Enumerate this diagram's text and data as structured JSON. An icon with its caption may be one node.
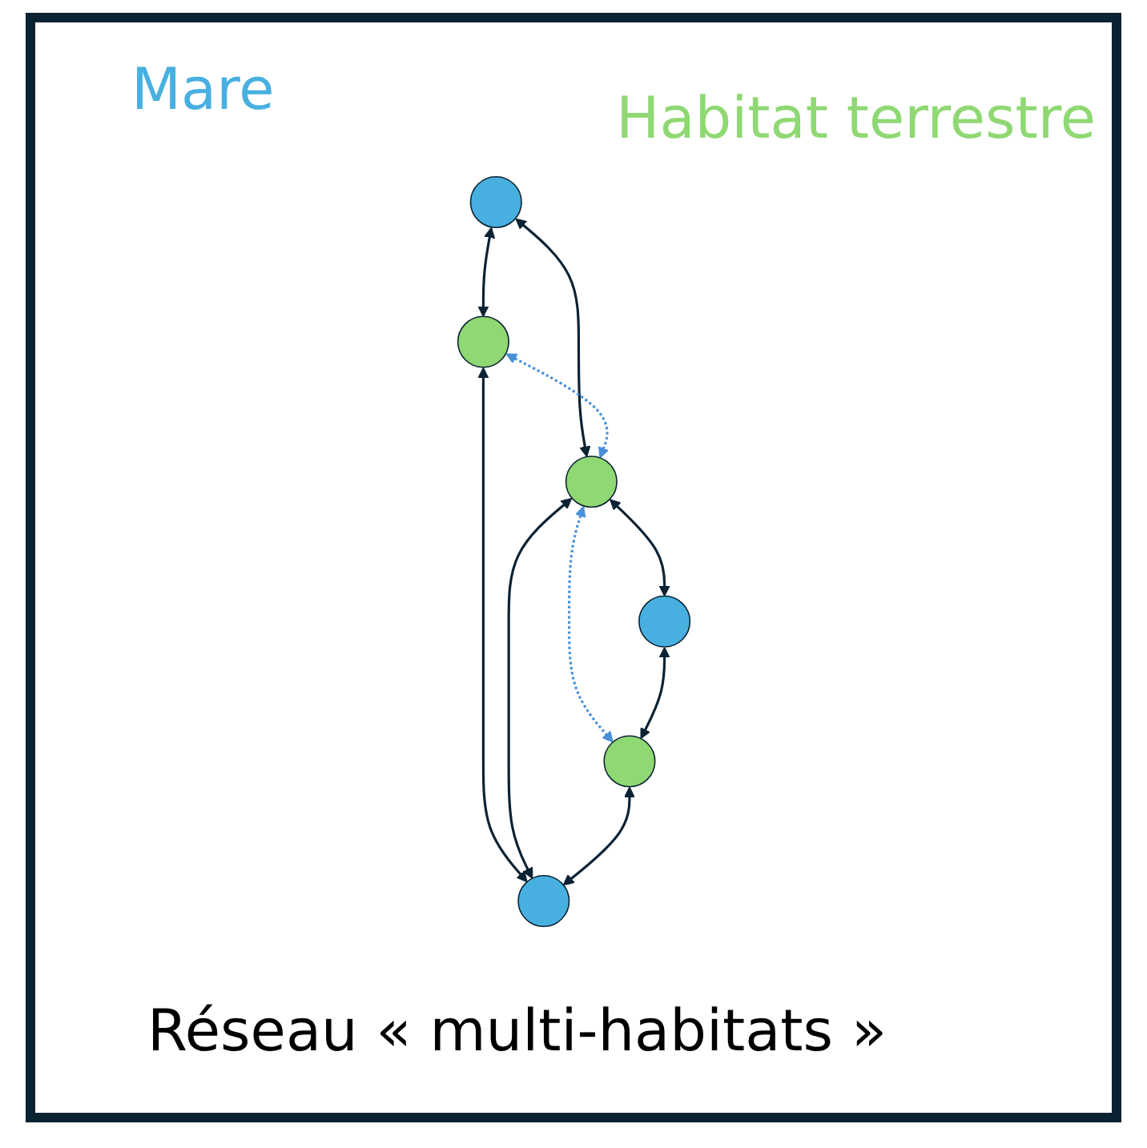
{
  "diagram": {
    "caption": "Réseau « multi-habitats »",
    "nodes": [
      {
        "text": [],
        "shape": "circle"
      },
      {
        "text": [],
        "shape": "circle"
      },
      {
        "text": [],
        "shape": "circle"
      },
      {
        "text": [],
        "shape": "circle"
      },
      {
        "text": [],
        "shape": "circle"
      },
      {
        "text": [],
        "shape": "circle"
      }
    ],
    "edges": [
      {
        "from": 0,
        "to": 1,
        "arrow": "both"
      },
      {
        "from": 0,
        "to": 2,
        "arrow": "both"
      },
      {
        "from": 1,
        "to": 2,
        "arrow": "both",
        "style": "dashed",
        "color": "#4a90d9"
      },
      {
        "from": 1,
        "to": 3,
        "arrow": "both"
      },
      {
        "from": 2,
        "to": 3,
        "arrow": "both"
      },
      {
        "from": 2,
        "to": 4,
        "arrow": "both"
      },
      {
        "from": 2,
        "to": 5,
        "arrow": "both",
        "style": "dashed",
        "color": "#4a90d9"
      },
      {
        "from": 4,
        "to": 5,
        "arrow": "both"
      },
      {
        "from": 5,
        "to": 3,
        "arrow": "both"
      }
    ],
    "legend": [
      {
        "text": "Mare",
        "color": "#48b0e0"
      },
      {
        "text": "Habitat terrestre",
        "color": "#8fd873"
      }
    ]
  }
}
